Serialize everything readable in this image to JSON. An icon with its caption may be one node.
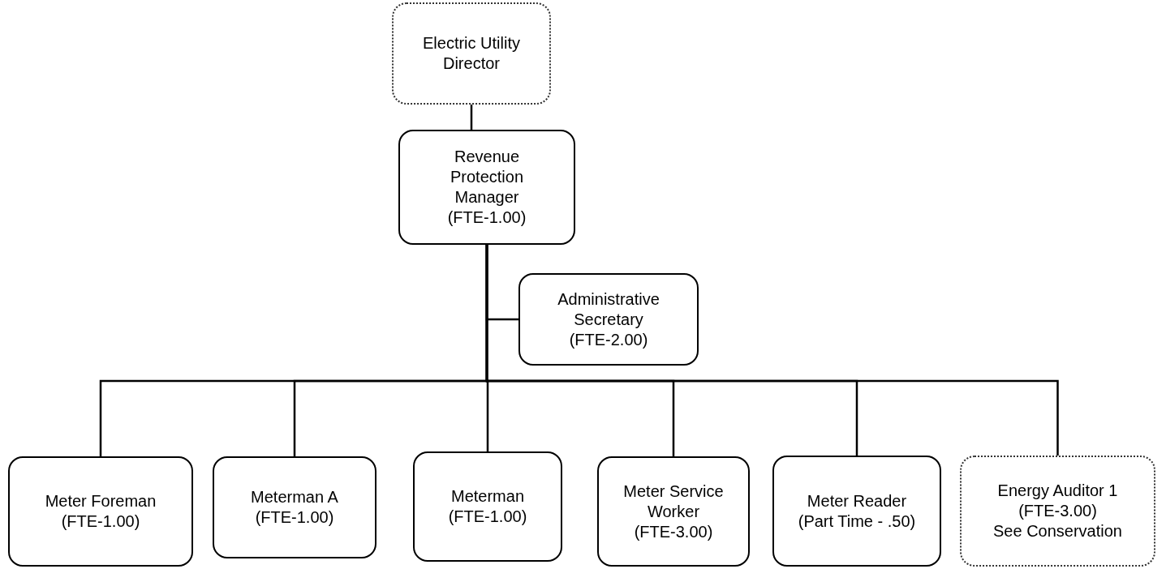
{
  "diagram": {
    "nodes": [
      {
        "text": [
          "Electric Utility Director"
        ]
      },
      {
        "text": [
          "Revenue Protection Manager",
          "(FTE-1.00)"
        ]
      },
      {
        "text": [
          "Administrative Secretary",
          "(FTE-2.00)"
        ]
      },
      {
        "text": [
          "Meter Foreman",
          "(FTE-1.00)"
        ]
      },
      {
        "text": [
          "Meterman A",
          "(FTE-1.00)"
        ]
      },
      {
        "text": [
          "Meterman",
          "(FTE-1.00)"
        ]
      },
      {
        "text": [
          "Meter Service Worker",
          "(FTE-3.00)"
        ]
      },
      {
        "text": [
          "Meter Reader",
          "(Part Time - .50)"
        ]
      },
      {
        "text": [
          "Energy Auditor 1",
          "(FTE-3.00)",
          "See Conservation"
        ]
      }
    ],
    "edges": [
      {
        "from": 0,
        "to": 1,
        "arrow": "none"
      },
      {
        "from": 1,
        "to": 2,
        "arrow": "none"
      },
      {
        "from": 1,
        "to": 3,
        "arrow": "none"
      },
      {
        "from": 1,
        "to": 4,
        "arrow": "none"
      },
      {
        "from": 1,
        "to": 5,
        "arrow": "none"
      },
      {
        "from": 1,
        "to": 6,
        "arrow": "none"
      },
      {
        "from": 1,
        "to": 7,
        "arrow": "none"
      },
      {
        "from": 1,
        "to": 8,
        "arrow": "none"
      }
    ]
  }
}
